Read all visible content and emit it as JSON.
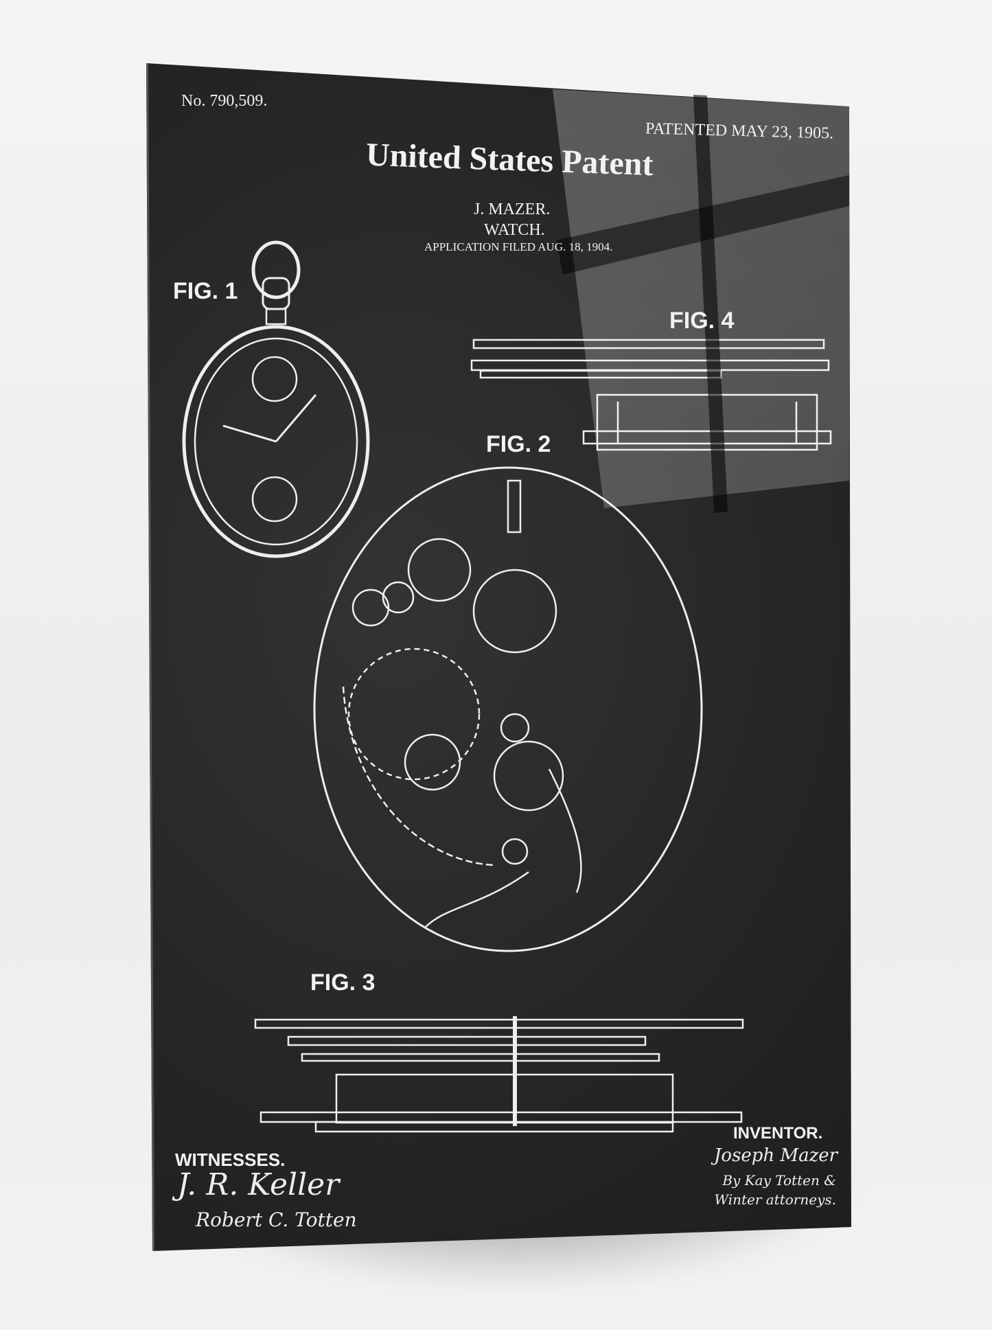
{
  "print": {
    "patent_number": "No. 790,509.",
    "patented_date": "PATENTED MAY 23, 1905.",
    "title": "United States Patent",
    "inventor_name": "J. MAZER.",
    "subject": "WATCH.",
    "application_filed": "APPLICATION FILED AUG. 18, 1904.",
    "figures": [
      "FIG. 1",
      "FIG. 2",
      "FIG. 3",
      "FIG. 4"
    ],
    "witnesses_label": "WITNESSES.",
    "inventor_label": "INVENTOR.",
    "witness_signatures": [
      "J. R. Keller",
      "Robert C. Totten"
    ],
    "inventor_signature": "Joseph Mazer",
    "attorney_signature": "By Kay Totten & Winter attorneys."
  },
  "colors": {
    "board": "#242424",
    "ink": "#f2f2f2",
    "wall": "#f0f0f0"
  }
}
